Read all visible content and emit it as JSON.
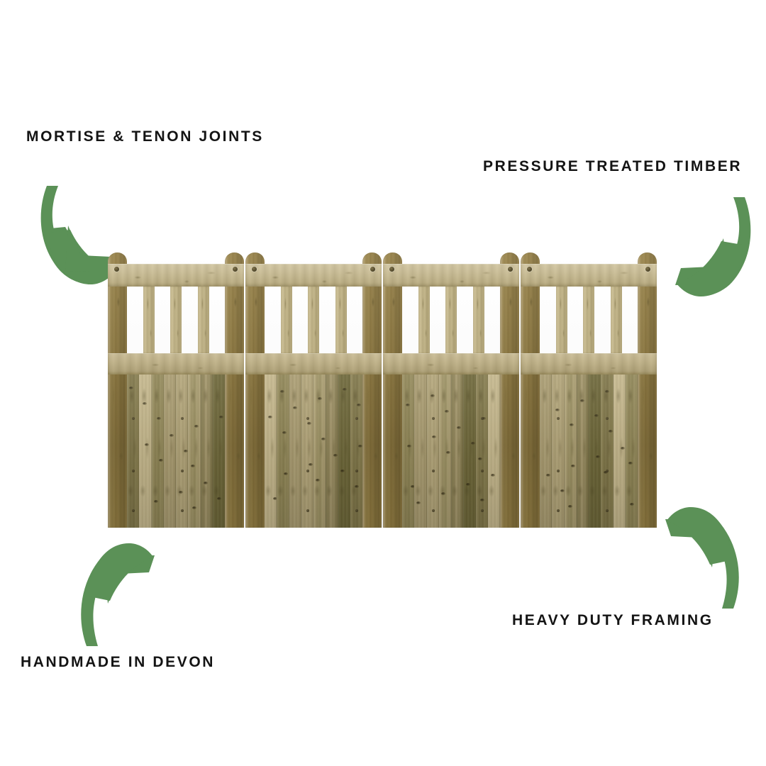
{
  "page": {
    "background_color": "#ffffff",
    "accent_green": "#5b9157",
    "text_color": "#141414"
  },
  "callouts": [
    {
      "id": "mortise",
      "label": "MORTISE & TENON JOINTS",
      "arrow": "curved-arrow-down-right-icon",
      "position": "top-left"
    },
    {
      "id": "pressure",
      "label": "PRESSURE TREATED TIMBER",
      "arrow": "curved-arrow-down-left-icon",
      "position": "top-right"
    },
    {
      "id": "heavy",
      "label": "HEAVY DUTY FRAMING",
      "arrow": "curved-arrow-up-left-icon",
      "position": "bottom-right"
    },
    {
      "id": "handmade",
      "label": "HANDMADE IN DEVON",
      "arrow": "curved-arrow-up-right-icon",
      "position": "bottom-left"
    }
  ],
  "product": {
    "name": "wooden-gate-set",
    "panel_count": 4,
    "spindles_per_panel": 3,
    "boards_per_panel": 8,
    "wood_palette": [
      "#c9bb8e",
      "#b8aa7c",
      "#a89a6d",
      "#8f8553",
      "#7e7446",
      "#9c9160",
      "#b0a275",
      "#6f6838"
    ],
    "rail_color": "#cabd94",
    "stile_color": "#c3b487"
  }
}
